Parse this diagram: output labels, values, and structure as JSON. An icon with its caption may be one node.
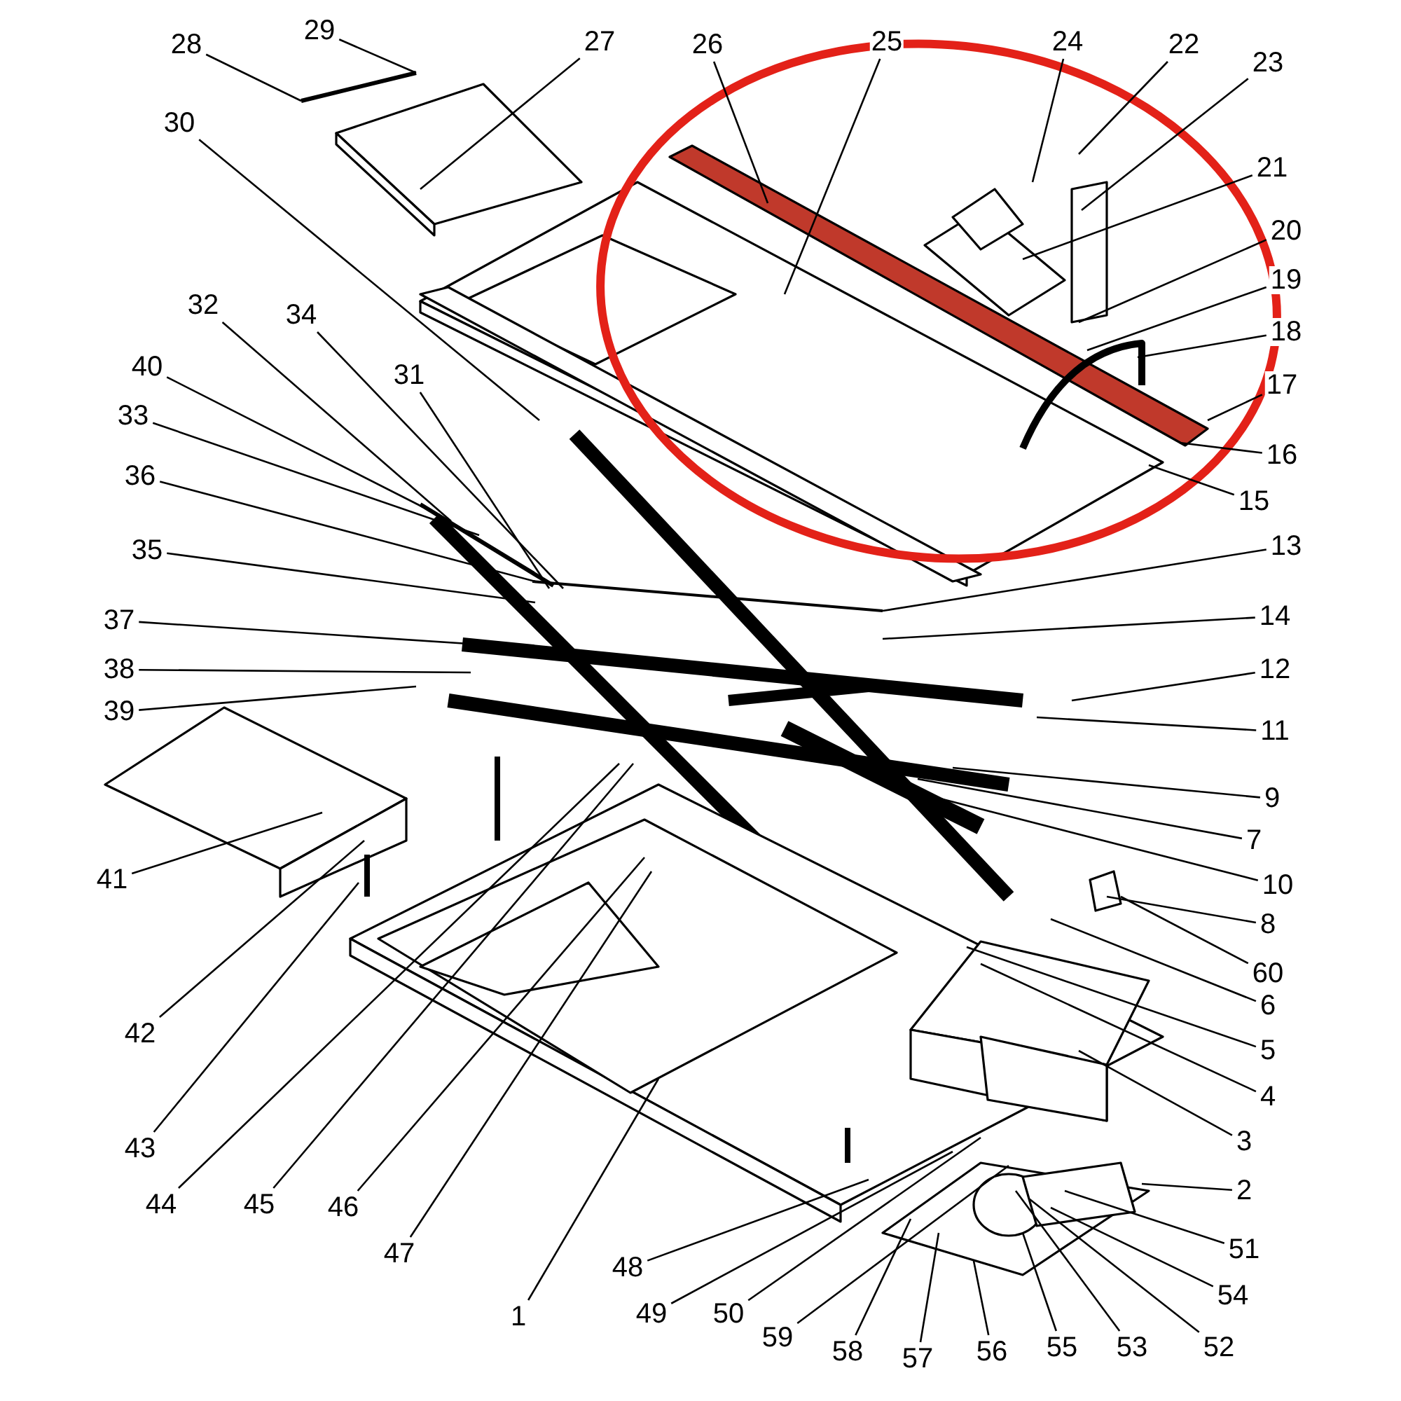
{
  "diagram": {
    "nodes": [
      {
        "text": [
          "1"
        ]
      },
      {
        "text": [
          "2"
        ]
      },
      {
        "text": [
          "3"
        ]
      },
      {
        "text": [
          "4"
        ]
      },
      {
        "text": [
          "5"
        ]
      },
      {
        "text": [
          "6"
        ]
      },
      {
        "text": [
          "7"
        ]
      },
      {
        "text": [
          "8"
        ]
      },
      {
        "text": [
          "9"
        ]
      },
      {
        "text": [
          "10"
        ]
      },
      {
        "text": [
          "11"
        ]
      },
      {
        "text": [
          "12"
        ]
      },
      {
        "text": [
          "13"
        ]
      },
      {
        "text": [
          "14"
        ]
      },
      {
        "text": [
          "15"
        ]
      },
      {
        "text": [
          "16"
        ]
      },
      {
        "text": [
          "17"
        ]
      },
      {
        "text": [
          "18"
        ]
      },
      {
        "text": [
          "19"
        ]
      },
      {
        "text": [
          "20"
        ]
      },
      {
        "text": [
          "21"
        ]
      },
      {
        "text": [
          "22"
        ]
      },
      {
        "text": [
          "23"
        ]
      },
      {
        "text": [
          "24"
        ]
      },
      {
        "text": [
          "25"
        ]
      },
      {
        "text": [
          "26"
        ]
      },
      {
        "text": [
          "27"
        ]
      },
      {
        "text": [
          "28"
        ]
      },
      {
        "text": [
          "29"
        ]
      },
      {
        "text": [
          "30"
        ]
      },
      {
        "text": [
          "31"
        ]
      },
      {
        "text": [
          "32"
        ]
      },
      {
        "text": [
          "33"
        ]
      },
      {
        "text": [
          "34"
        ]
      },
      {
        "text": [
          "35"
        ]
      },
      {
        "text": [
          "36"
        ]
      },
      {
        "text": [
          "37"
        ]
      },
      {
        "text": [
          "38"
        ]
      },
      {
        "text": [
          "39"
        ]
      },
      {
        "text": [
          "40"
        ]
      },
      {
        "text": [
          "41"
        ]
      },
      {
        "text": [
          "42"
        ]
      },
      {
        "text": [
          "43"
        ]
      },
      {
        "text": [
          "44"
        ]
      },
      {
        "text": [
          "45"
        ]
      },
      {
        "text": [
          "46"
        ]
      },
      {
        "text": [
          "47"
        ]
      },
      {
        "text": [
          "48"
        ]
      },
      {
        "text": [
          "49"
        ]
      },
      {
        "text": [
          "50"
        ]
      },
      {
        "text": [
          "51"
        ]
      },
      {
        "text": [
          "52"
        ]
      },
      {
        "text": [
          "53"
        ]
      },
      {
        "text": [
          "54"
        ]
      },
      {
        "text": [
          "55"
        ]
      },
      {
        "text": [
          "56"
        ]
      },
      {
        "text": [
          "57"
        ]
      },
      {
        "text": [
          "58"
        ]
      },
      {
        "text": [
          "59"
        ]
      },
      {
        "text": [
          "60"
        ]
      }
    ],
    "edges": [
      {
        "from": 0,
        "to": null,
        "arrow": "none"
      },
      {
        "from": 1,
        "to": null,
        "arrow": "none"
      },
      {
        "from": 2,
        "to": null,
        "arrow": "none"
      },
      {
        "from": 3,
        "to": null,
        "arrow": "none"
      },
      {
        "from": 4,
        "to": null,
        "arrow": "none"
      },
      {
        "from": 5,
        "to": null,
        "arrow": "none"
      },
      {
        "from": 6,
        "to": null,
        "arrow": "none"
      },
      {
        "from": 7,
        "to": null,
        "arrow": "none"
      },
      {
        "from": 8,
        "to": null,
        "arrow": "none"
      },
      {
        "from": 9,
        "to": null,
        "arrow": "none"
      },
      {
        "from": 10,
        "to": null,
        "arrow": "none"
      },
      {
        "from": 11,
        "to": null,
        "arrow": "none"
      },
      {
        "from": 12,
        "to": null,
        "arrow": "none"
      },
      {
        "from": 13,
        "to": null,
        "arrow": "none"
      },
      {
        "from": 14,
        "to": null,
        "arrow": "none"
      },
      {
        "from": 15,
        "to": null,
        "arrow": "none"
      },
      {
        "from": 16,
        "to": null,
        "arrow": "none"
      },
      {
        "from": 17,
        "to": null,
        "arrow": "none"
      },
      {
        "from": 18,
        "to": null,
        "arrow": "none"
      },
      {
        "from": 19,
        "to": null,
        "arrow": "none"
      },
      {
        "from": 20,
        "to": null,
        "arrow": "none"
      },
      {
        "from": 21,
        "to": null,
        "arrow": "none"
      },
      {
        "from": 22,
        "to": null,
        "arrow": "none"
      },
      {
        "from": 23,
        "to": null,
        "arrow": "none"
      },
      {
        "from": 24,
        "to": null,
        "arrow": "none"
      },
      {
        "from": 25,
        "to": null,
        "arrow": "none"
      },
      {
        "from": 26,
        "to": null,
        "arrow": "none"
      },
      {
        "from": 27,
        "to": null,
        "arrow": "none"
      },
      {
        "from": 28,
        "to": null,
        "arrow": "none"
      },
      {
        "from": 29,
        "to": null,
        "arrow": "none"
      },
      {
        "from": 30,
        "to": null,
        "arrow": "none"
      },
      {
        "from": 31,
        "to": null,
        "arrow": "none"
      },
      {
        "from": 32,
        "to": null,
        "arrow": "none"
      },
      {
        "from": 33,
        "to": null,
        "arrow": "none"
      },
      {
        "from": 34,
        "to": null,
        "arrow": "none"
      },
      {
        "from": 35,
        "to": null,
        "arrow": "none"
      },
      {
        "from": 36,
        "to": null,
        "arrow": "none"
      },
      {
        "from": 37,
        "to": null,
        "arrow": "none"
      },
      {
        "from": 38,
        "to": null,
        "arrow": "none"
      },
      {
        "from": 39,
        "to": null,
        "arrow": "none"
      },
      {
        "from": 40,
        "to": null,
        "arrow": "none"
      },
      {
        "from": 41,
        "to": null,
        "arrow": "none"
      },
      {
        "from": 42,
        "to": null,
        "arrow": "none"
      },
      {
        "from": 43,
        "to": null,
        "arrow": "none"
      },
      {
        "from": 44,
        "to": null,
        "arrow": "none"
      },
      {
        "from": 45,
        "to": null,
        "arrow": "none"
      },
      {
        "from": 46,
        "to": null,
        "arrow": "none"
      },
      {
        "from": 47,
        "to": null,
        "arrow": "none"
      },
      {
        "from": 48,
        "to": null,
        "arrow": "none"
      },
      {
        "from": 49,
        "to": null,
        "arrow": "none"
      },
      {
        "from": 50,
        "to": null,
        "arrow": "none"
      },
      {
        "from": 51,
        "to": null,
        "arrow": "none"
      },
      {
        "from": 52,
        "to": null,
        "arrow": "none"
      },
      {
        "from": 53,
        "to": null,
        "arrow": "none"
      },
      {
        "from": 54,
        "to": null,
        "arrow": "none"
      },
      {
        "from": 55,
        "to": null,
        "arrow": "none"
      },
      {
        "from": 56,
        "to": null,
        "arrow": "none"
      },
      {
        "from": 57,
        "to": null,
        "arrow": "none"
      },
      {
        "from": 58,
        "to": null,
        "arrow": "none"
      },
      {
        "from": 59,
        "to": null,
        "arrow": "none"
      }
    ]
  }
}
